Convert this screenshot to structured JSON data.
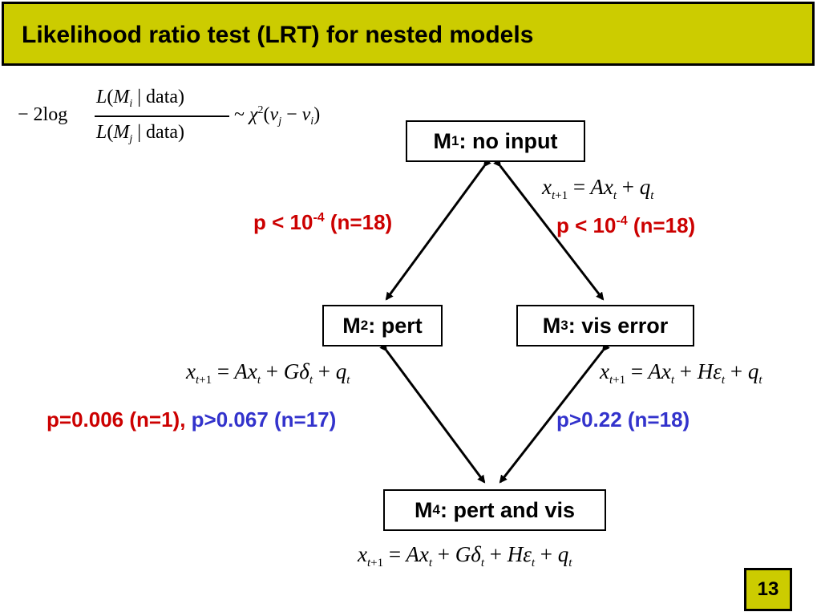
{
  "slide": {
    "title": "Likelihood ratio test (LRT) for nested models",
    "page_number": "13"
  },
  "formula": {
    "prefix": "− 2log",
    "numerator": {
      "L": "L",
      "M": "M",
      "sub": "i",
      "rest": "| data)"
    },
    "denominator": {
      "L": "L",
      "M": "M",
      "sub": "j",
      "rest": "| data)"
    },
    "tilde": "~",
    "chi": "χ",
    "chi_sup": "2",
    "nu": "ν",
    "sub_j": "j",
    "sub_i": "i"
  },
  "models": {
    "m1": {
      "name": "M",
      "index": "1",
      "label": ": no input",
      "equation": "x_{t+1} = Ax_t + q_t"
    },
    "m2": {
      "name": "M",
      "index": "2",
      "label": ": pert",
      "equation": "x_{t+1} = Ax_t + Gδ_t + q_t"
    },
    "m3": {
      "name": "M",
      "index": "3",
      "label": ": vis error",
      "equation": "x_{t+1} = Ax_t + Hε_t + q_t"
    },
    "m4": {
      "name": "M",
      "index": "4",
      "label": ": pert and vis",
      "equation": "x_{t+1} = Ax_t + Gδ_t + Hε_t + q_t"
    }
  },
  "tests": {
    "m1_m2": {
      "text": "p < 10",
      "exp": "-4",
      "n": " (n=18)",
      "color": "#cc0000"
    },
    "m1_m3": {
      "text": "p < 10",
      "exp": "-4",
      "n": " (n=18)",
      "color": "#cc0000"
    },
    "m2_m4": {
      "part1": "p=0.006 (n=1),",
      "part1_color": "#cc0000",
      "part2": " p>0.067 (n=17)",
      "part2_color": "#3333cc"
    },
    "m3_m4": {
      "text": "p>0.22 (n=18)",
      "color": "#3333cc"
    }
  },
  "colors": {
    "title_bar": "#cccc00",
    "significant": "#cc0000",
    "not_significant": "#3333cc"
  }
}
